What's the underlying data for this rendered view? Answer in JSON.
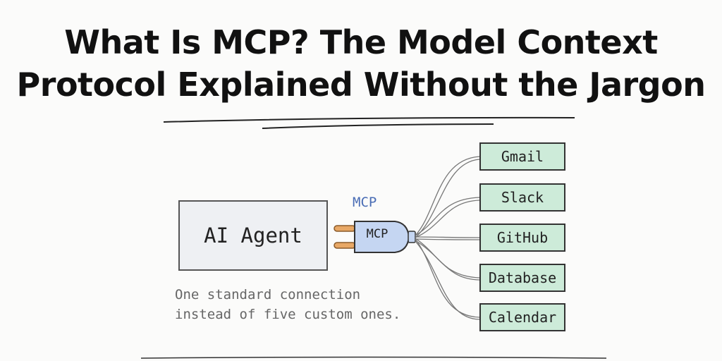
{
  "title": {
    "line1": "What Is MCP? The Model Context",
    "line2": "Protocol Explained Without the Jargon"
  },
  "diagram": {
    "agent_label": "AI Agent",
    "connector_label": "MCP",
    "plug_label": "MCP",
    "caption_line1": "One standard connection",
    "caption_line2": "instead of five custom ones.",
    "services": [
      "Gmail",
      "Slack",
      "GitHub",
      "Database",
      "Calendar"
    ]
  },
  "colors": {
    "service_fill": "#cdebd9",
    "plug_fill": "#c5d6f2",
    "prong": "#e8a866",
    "connector_label": "#4a6db5"
  }
}
